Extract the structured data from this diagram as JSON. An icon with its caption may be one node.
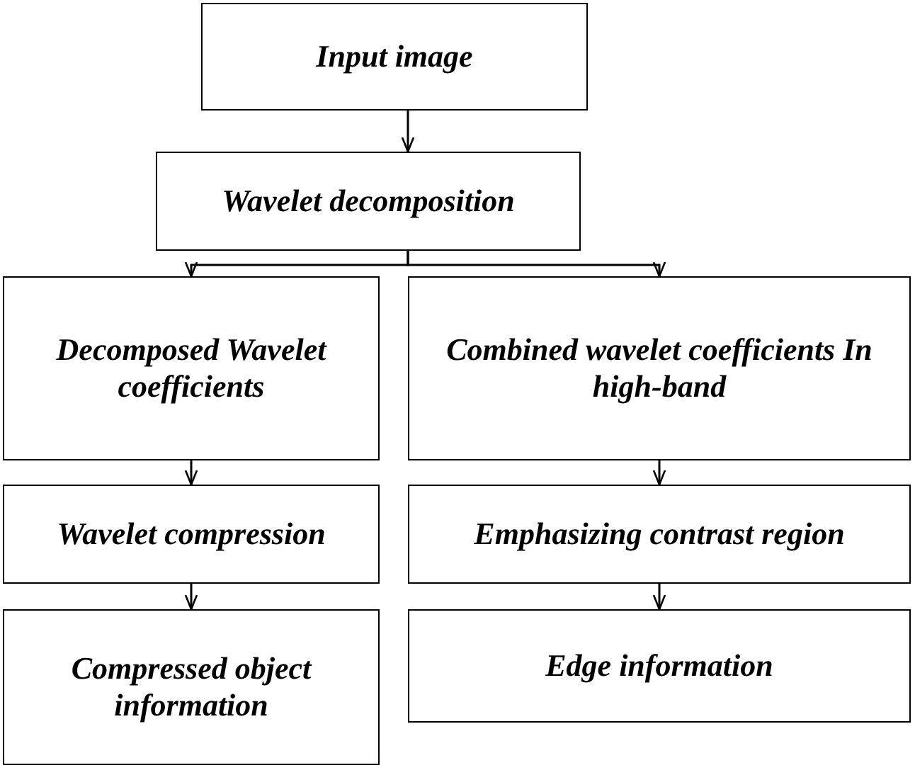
{
  "diagram": {
    "nodes": [
      {
        "text": [
          "Input image"
        ]
      },
      {
        "text": [
          "Wavelet decomposition"
        ]
      },
      {
        "text": [
          "Decomposed Wavelet coefficients"
        ]
      },
      {
        "text": [
          "Combined wavelet coefficients In high-band"
        ]
      },
      {
        "text": [
          "Wavelet compression"
        ]
      },
      {
        "text": [
          "Emphasizing contrast region"
        ]
      },
      {
        "text": [
          "Compressed object information"
        ]
      },
      {
        "text": [
          "Edge information"
        ]
      }
    ],
    "edges": [
      {
        "from": 0,
        "to": 1,
        "arrow": "to"
      },
      {
        "from": 1,
        "to": 2,
        "arrow": "to"
      },
      {
        "from": 1,
        "to": 3,
        "arrow": "to"
      },
      {
        "from": 2,
        "to": 4,
        "arrow": "to"
      },
      {
        "from": 4,
        "to": 6,
        "arrow": "to"
      },
      {
        "from": 3,
        "to": 5,
        "arrow": "to"
      },
      {
        "from": 5,
        "to": 7,
        "arrow": "to"
      }
    ]
  }
}
